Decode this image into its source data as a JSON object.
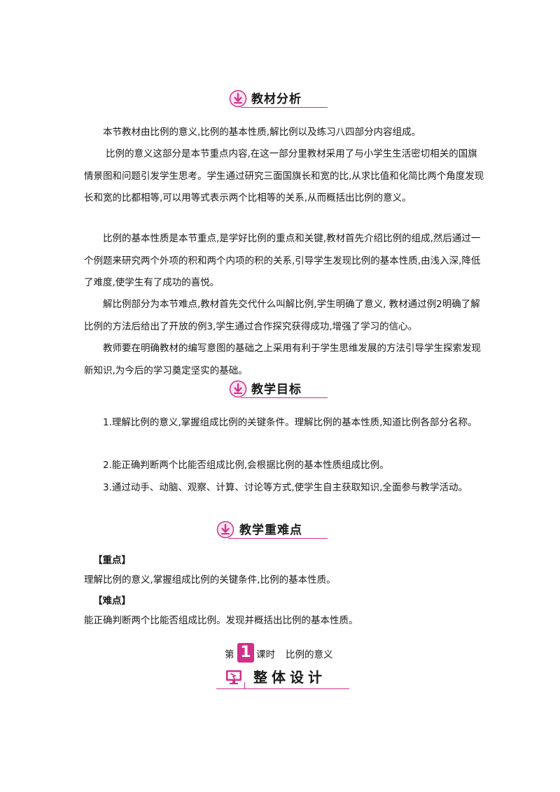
{
  "section_analysis": {
    "title": "教材分析",
    "paragraphs": [
      "本节教材由比例的意义,比例的基本性质,解比例以及练习八四部分内容组成。",
      "比例的意义这部分是本节重点内容,在这一部分里教材采用了与小学生生活密切相关的国旗情景图和问题引发学生思考。学生通过研究三面国旗长和宽的比,从求比值和化简比两个角度发现长和宽的比都相等,可以用等式表示两个比相等的关系,从而概括出比例的意义。",
      "比例的基本性质是本节重点,是学好比例的重点和关键,教材首先介绍比例的组成,然后通过一个例题来研究两个外项的积和两个内项的积的关系,引导学生发现比例的基本性质,由浅入深,降低了难度,使学生有了成功的喜悦。",
      "解比例部分为本节难点,教材首先交代什么叫解比例,学生明确了意义, 教材通过例2明确了解比例的方法后给出了开放的例3,学生通过合作探究获得成功,增强了学习的信心。",
      "教师要在明确教材的编写意图的基础之上采用有利于学生思维发展的方法引导学生探索发现新知识,为今后的学习奠定坚实的基础。"
    ]
  },
  "section_goals": {
    "title": "教学目标",
    "items": [
      "1.理解比例的意义,掌握组成比例的关键条件。理解比例的基本性质,知道比例各部分名称。",
      "2.能正确判断两个比能否组成比例,会根据比例的基本性质组成比例。",
      "3.通过动手、动脑、观察、计算、讨论等方式,使学生自主获取知识,全面参与教学活动。"
    ]
  },
  "section_keypoints": {
    "title": "教学重难点",
    "key_label": "【重点】",
    "key_text": "理解比例的意义,掌握组成比例的关键条件,比例的基本性质。",
    "difficult_label": "【难点】",
    "difficult_text": "能正确判断两个比能否组成比例。发现并概括出比例的基本性质。"
  },
  "lesson": {
    "prefix": "第",
    "number": "1",
    "suffix": "课时",
    "name": "比例的意义"
  },
  "overall_design": {
    "title": "整体设计"
  },
  "colors": {
    "accent": "#d0308a",
    "text": "#1a1a1a"
  },
  "icons": {
    "section_icon": "download-arrow-icon",
    "design_icon": "monitor-icon"
  }
}
